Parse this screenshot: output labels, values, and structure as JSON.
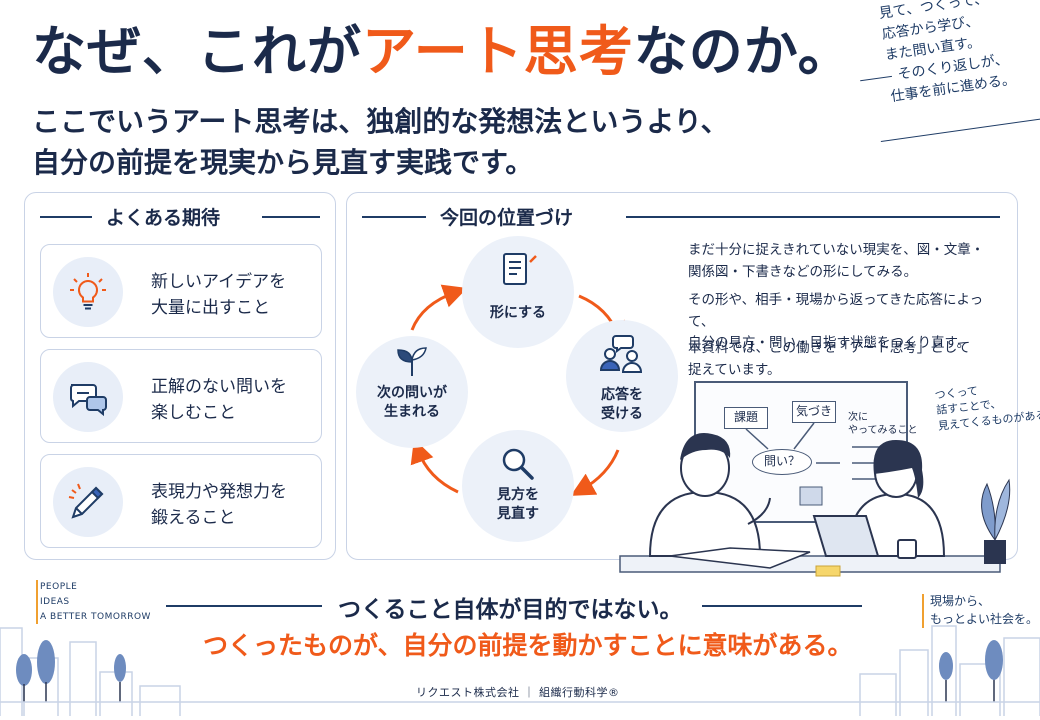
{
  "title": {
    "pre": "なぜ、これが",
    "accent": "アート思考",
    "post": "なのか。"
  },
  "subtitle": {
    "line1": "ここでいうアート思考は、独創的な発想法というより、",
    "line2": "自分の前提を現実から見直す実践です。"
  },
  "corner_note": {
    "line1": "見て、つくって、",
    "line2": "応答から学び、",
    "line3": "また問い直す。",
    "line4": "そのくり返しが、",
    "line5": "仕事を前に進める。"
  },
  "expectations": {
    "heading": "よくある期待",
    "cards": [
      {
        "line1": "新しいアイデアを",
        "line2": "大量に出すこと",
        "icon": "lightbulb-icon"
      },
      {
        "line1": "正解のない問いを",
        "line2": "楽しむこと",
        "icon": "speech-bubbles-icon"
      },
      {
        "line1": "表現力や発想力を",
        "line2": "鍛えること",
        "icon": "pencil-icon"
      }
    ]
  },
  "positioning": {
    "heading": "今回の位置づけ",
    "cycle": [
      {
        "line1": "形にする",
        "line2": "",
        "icon": "document-icon"
      },
      {
        "line1": "応答を",
        "line2": "受ける",
        "icon": "people-talking-icon"
      },
      {
        "line1": "見方を",
        "line2": "見直す",
        "icon": "magnifier-icon"
      },
      {
        "line1": "次の問いが",
        "line2": "生まれる",
        "icon": "sprout-icon"
      }
    ],
    "explanation": [
      {
        "line1": "まだ十分に捉えきれていない現実を、図・文章・",
        "line2": "関係図・下書きなどの形にしてみる。"
      },
      {
        "line1": "その形や、相手・現場から返ってきた応答によって、",
        "line2": "自分の見方・問い・目指す状態をつくり直す。"
      },
      {
        "line1": "本資料では、この働きを「アート思考」として",
        "line2": "捉えています。"
      }
    ],
    "board": {
      "note1": "課題",
      "note2": "気づき",
      "question": "問い？",
      "next1": "次に",
      "next2": "やってみること"
    },
    "talk_note": {
      "line1": "つくって",
      "line2": "話すことで、",
      "line3": "見えてくるものがある。"
    }
  },
  "bottom": {
    "people1": "PEOPLE",
    "people2": "IDEAS",
    "people3": "A BETTER TOMORROW",
    "line1": "つくること自体が目的ではない。",
    "line2": "つくったものが、自分の前提を動かすことに意味がある。",
    "genba1": "現場から、",
    "genba2": "もっとよい社会を。",
    "footer": "リクエスト株式会社 ｜ 組織行動科学®"
  },
  "colors": {
    "accent": "#f05a1a",
    "navy": "#1b2a4a",
    "line": "#1f3c66",
    "panel_border": "#c9d3e6"
  }
}
